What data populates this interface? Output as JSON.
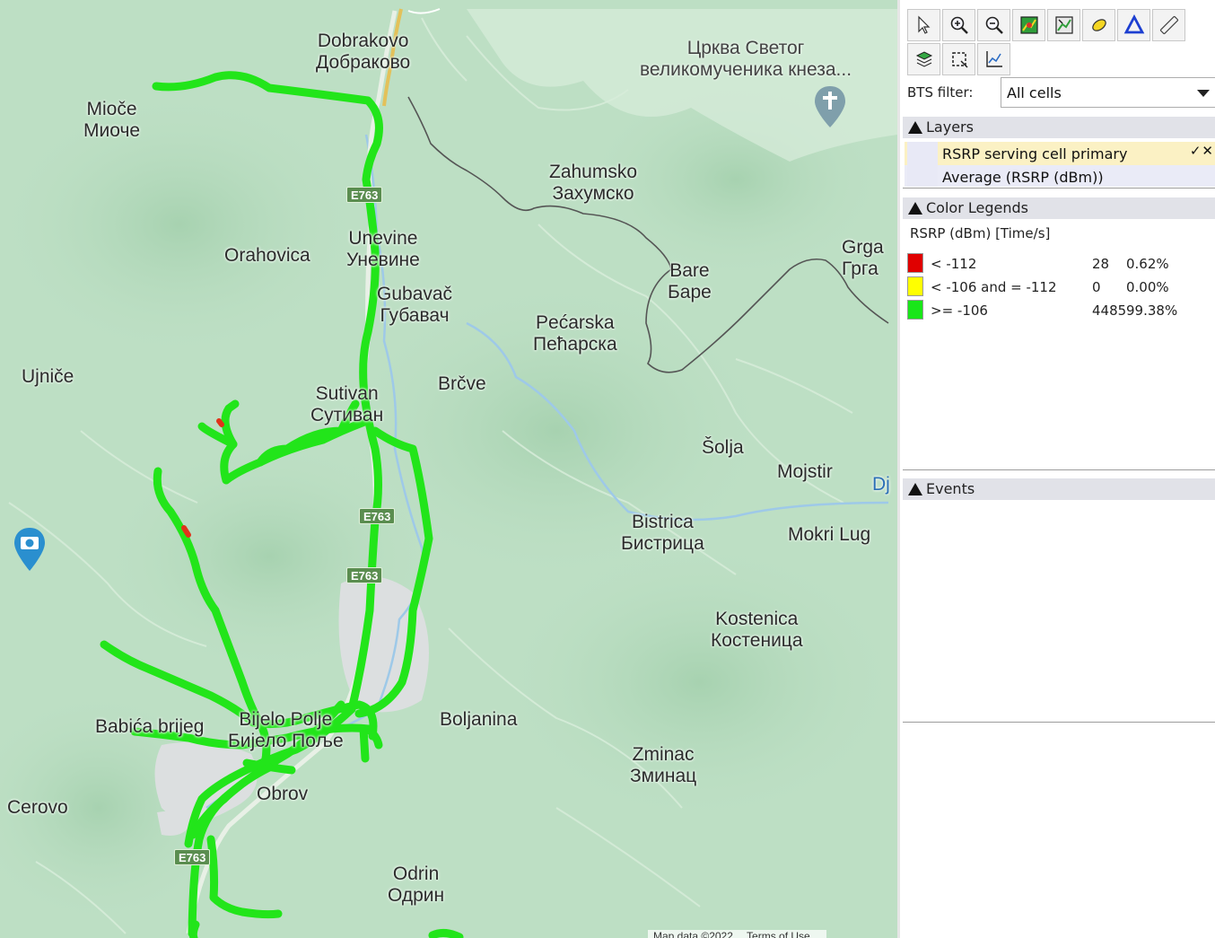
{
  "map": {
    "places": [
      {
        "id": "dobrakovo",
        "lines": [
          "Dobrakovo",
          "Добраково"
        ]
      },
      {
        "id": "crkva",
        "lines": [
          "Црква Светог",
          "великомученика кнеза..."
        ]
      },
      {
        "id": "mioce",
        "lines": [
          "Mioče",
          "Миоче"
        ]
      },
      {
        "id": "zahumsko",
        "lines": [
          "Zahumsko",
          "Захумско"
        ]
      },
      {
        "id": "unevine",
        "lines": [
          "Unevine",
          "Уневине"
        ]
      },
      {
        "id": "orahovica",
        "lines": [
          "Orahovica"
        ]
      },
      {
        "id": "grga",
        "lines": [
          "Grga",
          "Грга"
        ]
      },
      {
        "id": "gubavac",
        "lines": [
          "Gubavač",
          "Губавач"
        ]
      },
      {
        "id": "bare",
        "lines": [
          "Bare",
          "Баре"
        ]
      },
      {
        "id": "pecarska",
        "lines": [
          "Pećarska",
          "Пећарска"
        ]
      },
      {
        "id": "ujnice",
        "lines": [
          "Ujniče"
        ]
      },
      {
        "id": "sutivan",
        "lines": [
          "Sutivan",
          "Сутиван"
        ]
      },
      {
        "id": "brcve",
        "lines": [
          "Brčve"
        ]
      },
      {
        "id": "solja",
        "lines": [
          "Šolja"
        ]
      },
      {
        "id": "mojstir",
        "lines": [
          "Mojstir"
        ]
      },
      {
        "id": "dj",
        "lines": [
          "Dj"
        ]
      },
      {
        "id": "bistrica",
        "lines": [
          "Bistrica",
          "Бистрица"
        ]
      },
      {
        "id": "mokri-lug",
        "lines": [
          "Mokri Lug"
        ]
      },
      {
        "id": "kostenica",
        "lines": [
          "Kostenica",
          "Костеница"
        ]
      },
      {
        "id": "babica-brijeg",
        "lines": [
          "Babića brijeg"
        ]
      },
      {
        "id": "bijelo-polje",
        "lines": [
          "Bijelo Polje",
          "Бијело Поље"
        ]
      },
      {
        "id": "boljanina",
        "lines": [
          "Boljanina"
        ]
      },
      {
        "id": "zminac",
        "lines": [
          "Zminac",
          "Зминац"
        ]
      },
      {
        "id": "obrov",
        "lines": [
          "Obrov"
        ]
      },
      {
        "id": "cerovo",
        "lines": [
          "Cerovo"
        ]
      },
      {
        "id": "odrin",
        "lines": [
          "Odrin",
          "Одрин"
        ]
      }
    ],
    "road_label": "E763",
    "footer": {
      "map_data": "Map data ©2022",
      "terms": "Terms of Use"
    },
    "track_colors": {
      "good": "#22e51a",
      "bad": "#e0331a"
    }
  },
  "toolbar": {
    "row1": [
      "pointer-tool",
      "zoom-in-tool",
      "zoom-out-tool",
      "zoom-extent-tool",
      "zoom-layer-tool",
      "pan-tool",
      "bts-triangle-tool",
      "ruler-tool"
    ],
    "row2": [
      "layer-settings-tool",
      "select-area-tool",
      "chart-tool"
    ]
  },
  "bts_filter": {
    "label": "BTS filter:",
    "value": "All cells"
  },
  "layers": {
    "title": "Layers",
    "items": [
      {
        "label": "RSRP serving cell primary",
        "controls": "✓✕"
      },
      {
        "label": "Average (RSRP (dBm))"
      }
    ]
  },
  "legends": {
    "title": "Color Legends",
    "subtitle": "RSRP (dBm) [Time/s]",
    "rows": [
      {
        "color": "#e00000",
        "label": "<  -112",
        "count": "28",
        "percent": "0.62%"
      },
      {
        "color": "#ffff00",
        "label": "<  -106 and  =  -112",
        "count": "0",
        "percent": "0.00%"
      },
      {
        "color": "#19e619",
        "label": ">=  -106",
        "count": "4485",
        "percent": "99.38%"
      }
    ]
  },
  "events": {
    "title": "Events"
  }
}
